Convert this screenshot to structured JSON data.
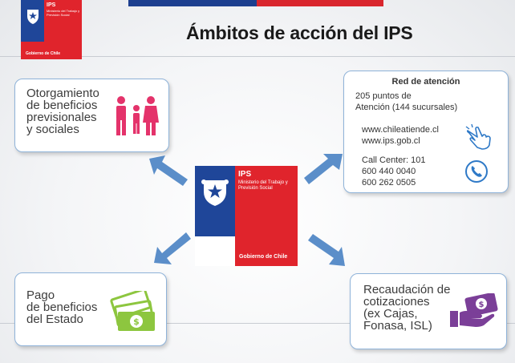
{
  "header": {
    "title": "Ámbitos de acción del IPS"
  },
  "logo": {
    "acronym": "IPS",
    "ministry": "Ministerio del Trabajo y Previsión Social",
    "government": "Gobierno de Chile"
  },
  "boxes": {
    "beneficios_previsionales": {
      "lines": [
        "Otorgamiento",
        "de beneficios",
        "previsionales",
        "y sociales"
      ],
      "icon": "family-icon"
    },
    "red_atencion": {
      "title": "Red de atención",
      "puntos_lines": [
        "205 puntos de",
        "Atención (144 sucursales)"
      ],
      "web_lines": [
        "www.chileatiende.cl",
        "www.ips.gob.cl"
      ],
      "call_lines": [
        "Call Center: 101",
        "600 440 0040",
        "600 262 0505"
      ],
      "icons": [
        "hand-pointer-icon",
        "phone-icon"
      ]
    },
    "beneficios_estado": {
      "lines": [
        "Pago",
        "de beneficios",
        "del Estado"
      ],
      "icon": "money-icon"
    },
    "recaudacion": {
      "lines": [
        "Recaudación de",
        "cotizaciones",
        "(ex Cajas,",
        "Fonasa, ISL)"
      ],
      "icon": "hand-money-icon"
    }
  },
  "colors": {
    "ips_blue": "#1f4699",
    "ips_red": "#e0242c",
    "arrow_blue": "#5b8ec9",
    "family_pink": "#e4336b",
    "money_green": "#8dc63f",
    "hand_purple": "#7b3f98",
    "icon_blue": "#2e79c7"
  }
}
